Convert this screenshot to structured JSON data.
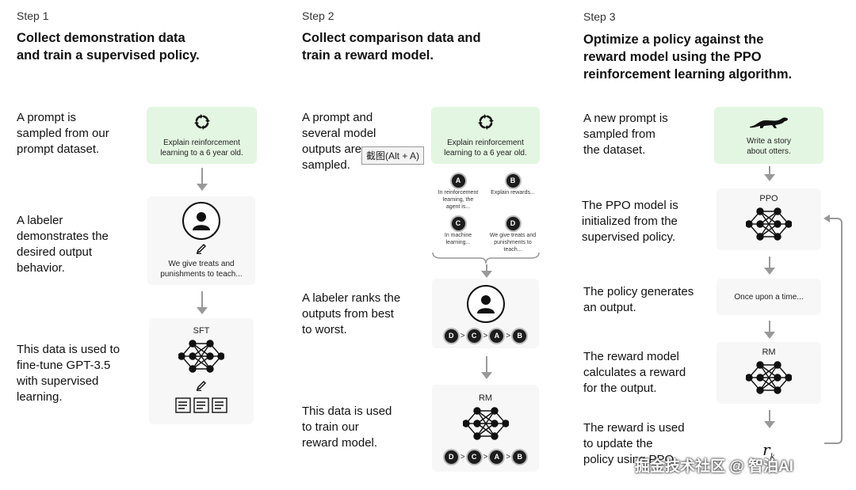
{
  "steps": [
    {
      "label": "Step 1",
      "title_lines": [
        "Collect demonstration data",
        "and train a supervised policy."
      ],
      "descs": [
        [
          "A prompt is",
          "sampled from our",
          "prompt dataset."
        ],
        [
          "A labeler",
          "demonstrates the",
          "desired output",
          "behavior."
        ],
        [
          "This data is used to",
          "fine-tune GPT-3.5",
          "with supervised",
          "learning."
        ]
      ],
      "prompt_card": [
        "Explain reinforcement",
        "learning to a 6 year old."
      ],
      "demo_text": [
        "We give treats and",
        "punishments to teach..."
      ],
      "model_label": "SFT"
    },
    {
      "label": "Step 2",
      "title_lines": [
        "Collect comparison data and",
        "train a reward model."
      ],
      "descs": [
        [
          "A prompt and",
          "several model",
          "outputs are",
          "sampled."
        ],
        [
          "A labeler ranks the",
          "outputs from best",
          "to worst."
        ],
        [
          "This data is used",
          "to train our",
          "reward model."
        ]
      ],
      "prompt_card": [
        "Explain reinforcement",
        "learning to a 6 year old."
      ],
      "outputs": [
        {
          "badge": "A",
          "text": [
            "In reinforcement",
            "learning, the",
            "agent is..."
          ]
        },
        {
          "badge": "B",
          "text": [
            "Explain rewards..."
          ]
        },
        {
          "badge": "C",
          "text": [
            "In machine",
            "learning..."
          ]
        },
        {
          "badge": "D",
          "text": [
            "We give treats and",
            "punishments to",
            "teach..."
          ]
        }
      ],
      "ranking": [
        "D",
        ">",
        "C",
        ">",
        "A",
        ">",
        "B"
      ],
      "model_label": "RM"
    },
    {
      "label": "Step 3",
      "title_lines": [
        "Optimize a policy against the",
        "reward model using the PPO",
        "reinforcement learning algorithm."
      ],
      "descs": [
        [
          "A new prompt is",
          "sampled from",
          "the dataset."
        ],
        [
          "The PPO model is",
          "initialized from the",
          "supervised policy."
        ],
        [
          "The policy generates",
          "an output."
        ],
        [
          "The reward model",
          "calculates a reward",
          "for the output."
        ],
        [
          "The reward is used",
          "to update the",
          "policy using PPO."
        ]
      ],
      "prompt_card": [
        "Write a story",
        "about otters."
      ],
      "ppo_label": "PPO",
      "output_text": "Once upon a time...",
      "rm_label": "RM",
      "reward_symbol": "r",
      "reward_sub": "k"
    }
  ],
  "overlay": {
    "tooltip": "截图(Alt + A)",
    "watermark": "掘金技术社区 @ 智泊AI"
  },
  "colors": {
    "green_card": "#e3f6e1",
    "gray_card": "#f7f7f7",
    "arrow": "#999999"
  }
}
